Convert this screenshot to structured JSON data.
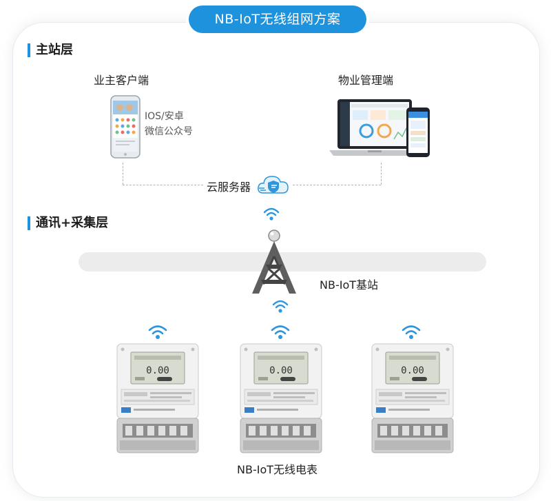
{
  "title": "NB-IoT无线组网方案",
  "sections": {
    "master": {
      "label": "主站层"
    },
    "comm": {
      "label": "通讯+采集层"
    }
  },
  "clients": {
    "owner": {
      "label": "业主客户端",
      "platforms": [
        "IOS/安卓",
        "微信公众号"
      ]
    },
    "property": {
      "label": "物业管理端"
    }
  },
  "cloud": {
    "label": "云服务器",
    "icon": "cloud-shield-icon"
  },
  "base_station": {
    "label": "NB-IoT基站",
    "icon": "signal-tower-icon"
  },
  "meters": {
    "label": "NB-IoT无线电表",
    "count_shown": 3,
    "display": "0.00",
    "icon": "wifi-signal-icon"
  },
  "colors": {
    "accent": "#1e92dd",
    "band": "#ececec",
    "meter_body": "#f2f2f2"
  }
}
